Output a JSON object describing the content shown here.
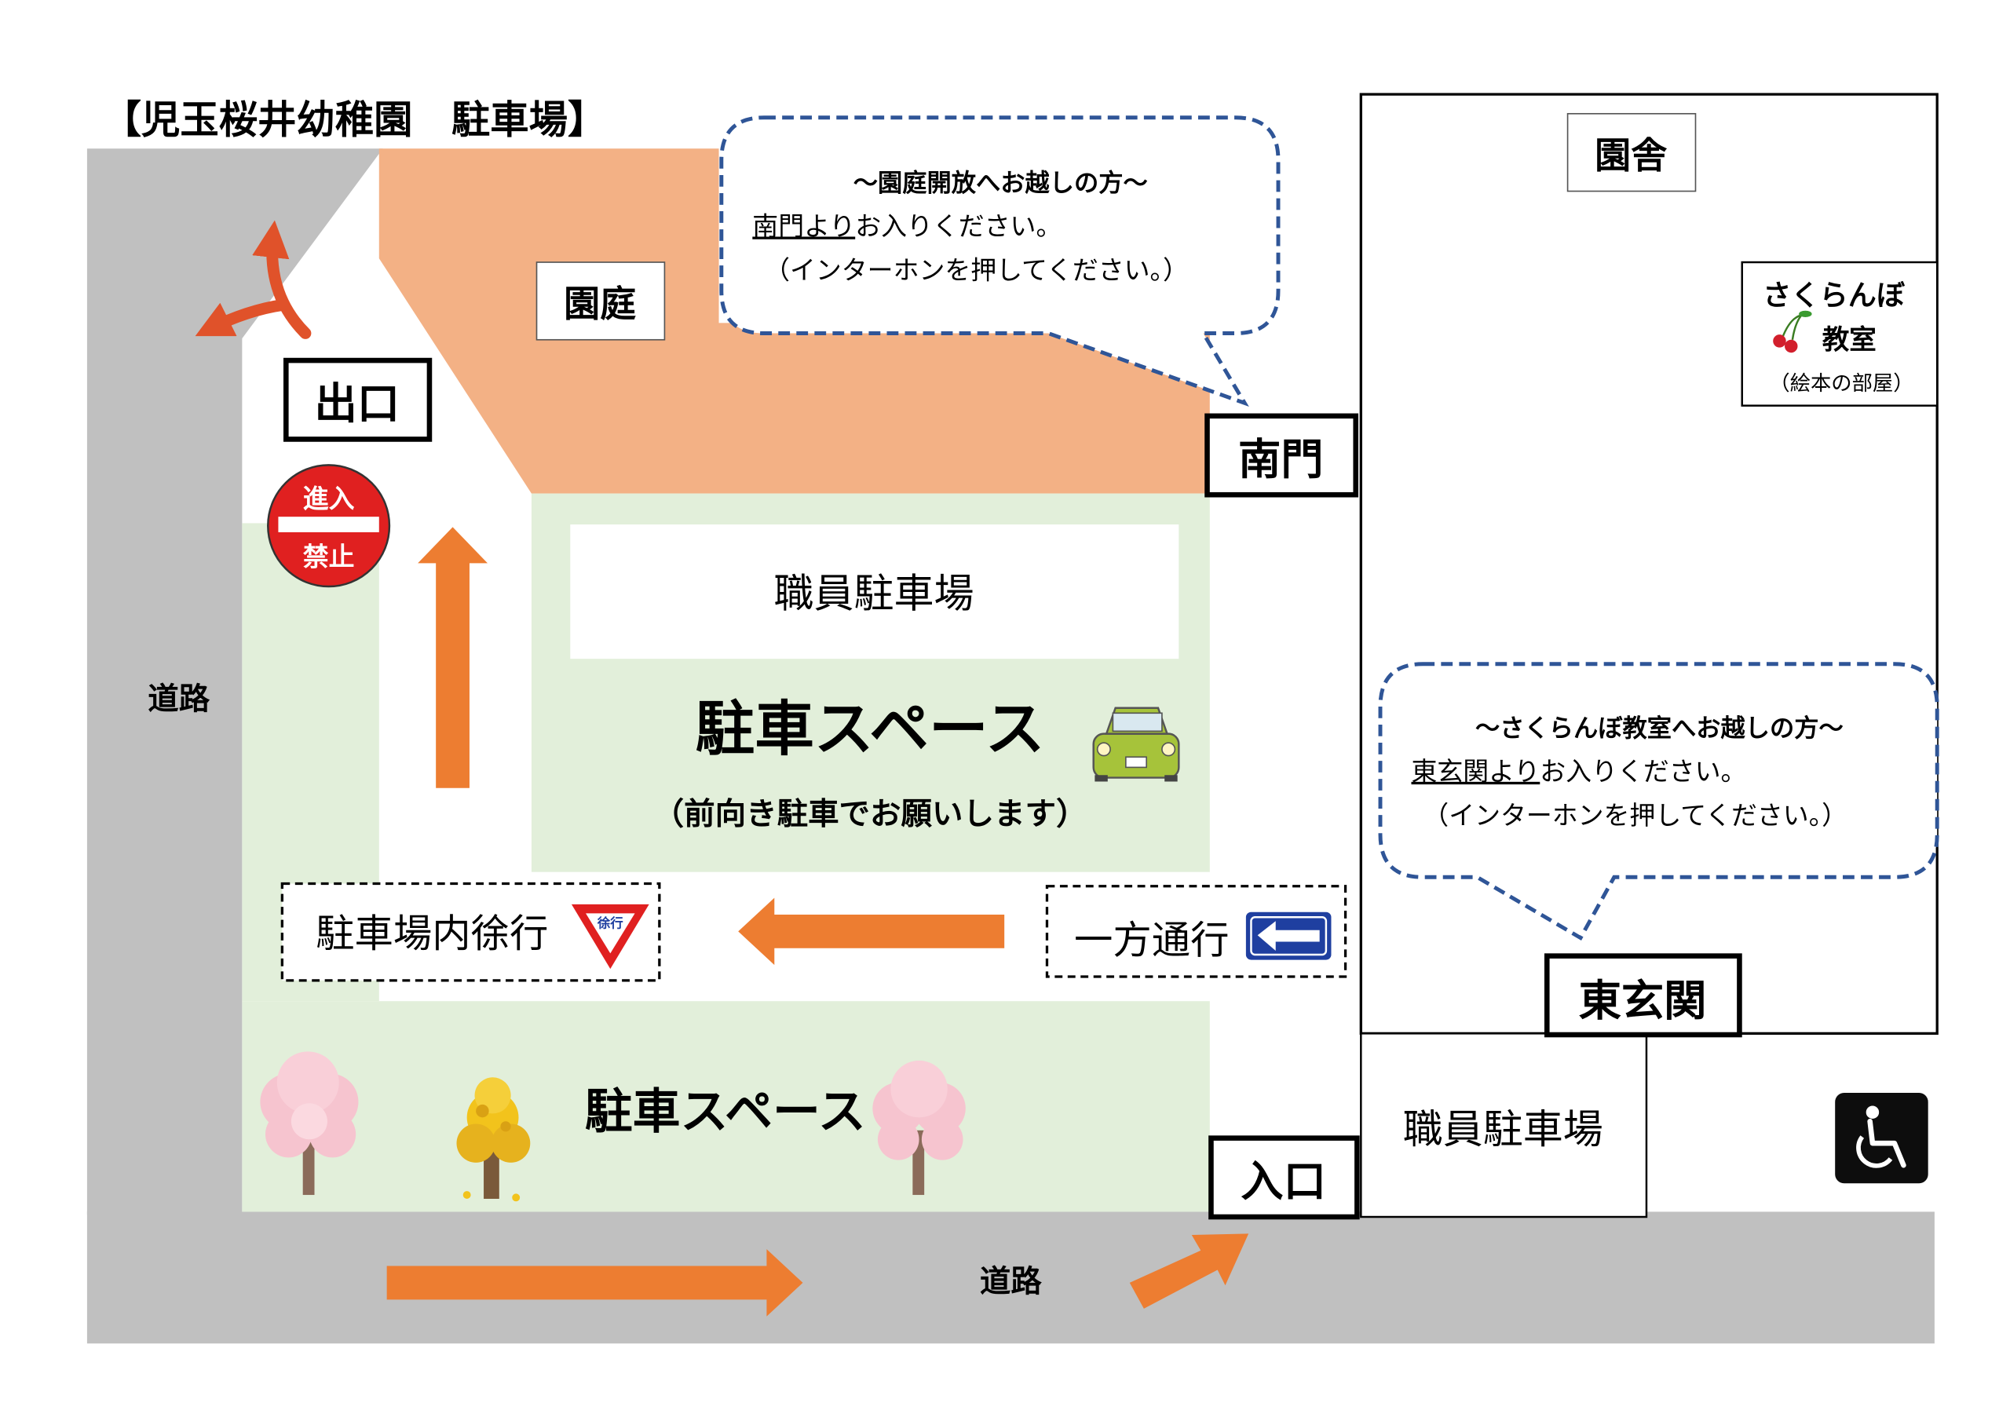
{
  "title": "【児玉桜井幼稚園　駐車場】",
  "labels": {
    "garden": "園庭",
    "building": "園舎",
    "exit": "出口",
    "south_gate": "南門",
    "entrance": "入口",
    "east_entrance": "東玄関",
    "road_left": "道路",
    "road_bottom": "道路",
    "staff_parking_center": "職員駐車場",
    "staff_parking_right": "職員駐車場",
    "parking_space_main": "駐車スペース",
    "parking_space_note": "（前向き駐車でお願いします）",
    "parking_space_bottom": "駐車スペース",
    "slow_sign": "駐車場内徐行",
    "one_way_sign": "一方通行",
    "no_entry_top": "進入",
    "no_entry_bottom": "禁止",
    "slow_sign_small": "徐行"
  },
  "sakuranbo": {
    "line1": "さくらんぼ",
    "line2": "教室",
    "line3": "（絵本の部屋）"
  },
  "bubble_south": {
    "line1": "～園庭開放へお越しの方～",
    "line2_u": "南門より",
    "line2_rest": "お入りください。",
    "line3": "（インターホンを押してください。）"
  },
  "bubble_east": {
    "line1": "～さくらんぼ教室へお越しの方～",
    "line2_u": "東玄関より",
    "line2_rest": "お入りください。",
    "line3": "（インターホンを押してください。）"
  },
  "icons": [
    "car-icon",
    "no-entry-icon",
    "slow-sign-icon",
    "one-way-arrow-icon",
    "wheelchair-icon",
    "cherry-icon",
    "cherry-tree-icon",
    "ginkgo-tree-icon",
    "direction-arrow-icon"
  ],
  "colors": {
    "road": "#c0c0c0",
    "garden": "#f3b185",
    "parking": "#e2efda",
    "arrow": "#ed7d31",
    "bubble_border": "#2f5597",
    "no_entry": "#e02020",
    "one_way": "#1f3fa0"
  }
}
